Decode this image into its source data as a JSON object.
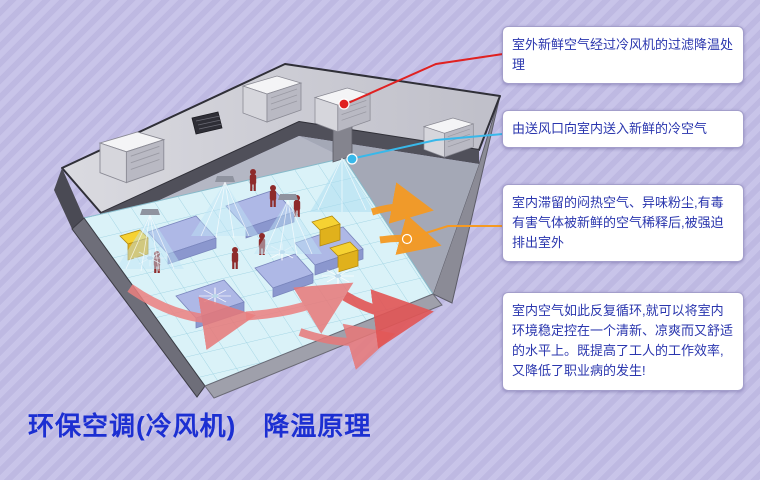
{
  "page": {
    "title": "环保空调(冷风机)　降温原理"
  },
  "callouts": [
    {
      "id": 1,
      "text": "室外新鲜空气经过冷风机的过滤降温处理",
      "line_color": "#e02121"
    },
    {
      "id": 2,
      "text": "由送风口向室内送入新鲜的冷空气",
      "line_color": "#38b8ea"
    },
    {
      "id": 3,
      "text": "室内滞留的闷热空气、异味粉尘,有毒有害气体被新鲜的空气稀释后,被强迫排出室外",
      "line_color": "#f59a23"
    },
    {
      "id": 4,
      "text": "室内空气如此反复循环,就可以将室内环境稳定控在一个清新、凉爽而又舒适的水平上。既提高了工人的工作效率,又降低了职业病的发生!",
      "line_color": null
    }
  ],
  "colors": {
    "c-bg": "#c8c4e9",
    "c-stripe": "#beb9e2",
    "c-title": "#1c2fd2",
    "c-text": "#2a36ae",
    "c-border": "#a39ecb",
    "c-red": "#e02121",
    "c-cyan": "#38b8ea",
    "c-orange": "#f59a23"
  }
}
